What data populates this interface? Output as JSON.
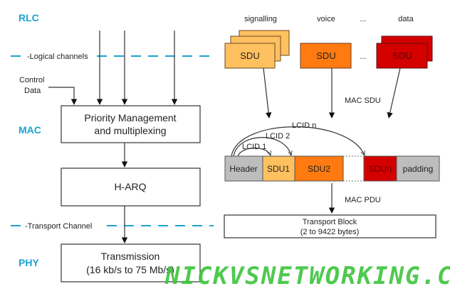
{
  "layers": {
    "rlc": "RLC",
    "mac": "MAC",
    "phy": "PHY"
  },
  "channels": {
    "logical": "-Logical channels",
    "transport": "-Transport Channel"
  },
  "control_data": {
    "line1": "Control",
    "line2": "Data"
  },
  "left_stack": {
    "priority_line1": "Priority Management",
    "priority_line2": "and multiplexing",
    "harq": "H-ARQ",
    "transmission_line1": "Transmission",
    "transmission_line2": "(16 kb/s to 75 Mb/s)"
  },
  "sdu_groups": [
    {
      "label": "signalling",
      "sdu": "SDU",
      "color": "#ffc060"
    },
    {
      "label": "voice",
      "sdu": "SDU",
      "color": "#ff7a10"
    },
    {
      "label": "data",
      "sdu": "SDU",
      "color": "#d40000"
    }
  ],
  "ellipsis": "...",
  "mac_sdu_label": "MAC SDU",
  "lcid": [
    "LCID 1",
    "LCID 2",
    "LCID n"
  ],
  "pdu_segments": [
    {
      "label": "Header",
      "color": "#bdbdbd"
    },
    {
      "label": "SDU1",
      "color": "#ffc060"
    },
    {
      "label": "SDU2",
      "color": "#ff7a10"
    },
    {
      "label": "",
      "color": "#ffffff"
    },
    {
      "label": "SDUn",
      "color": "#d40000"
    },
    {
      "label": "padding",
      "color": "#bdbdbd"
    }
  ],
  "mac_pdu_label": "MAC PDU",
  "transport_block": {
    "line1": "Transport Block",
    "line2": "(2 to 9422 bytes)"
  },
  "watermark": "NICKVSNETWORKING.COM"
}
